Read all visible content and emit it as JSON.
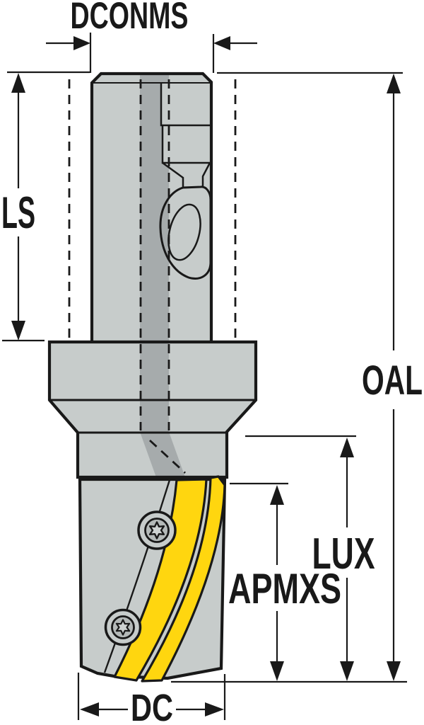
{
  "figure": {
    "type": "technical-dimension-diagram",
    "subject": "indexable insert cutting tool (drill/milling head) side view with dimension callouts",
    "labels": {
      "dconms": "DCONMS",
      "ls": "LS",
      "oal": "OAL",
      "lux": "LUX",
      "apmxs": "APMXS",
      "dc": "DC"
    },
    "colors": {
      "outline": "#191919",
      "body_gray": "#c7cccb",
      "stripe_gray": "#a6abac",
      "screw_inner_gray": "#b4b9b8",
      "screw_star_gray": "#ced2d1",
      "insert_yellow": "#ffd60f",
      "background": "#ffffff"
    }
  }
}
